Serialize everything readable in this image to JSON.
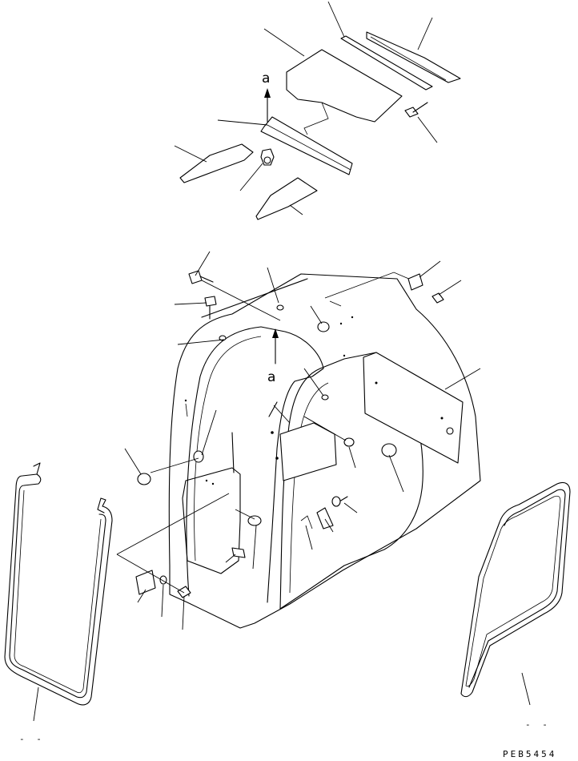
{
  "labels": {
    "view_marker_top": "a",
    "view_marker_cab": "a",
    "left_frame_mark": "- -",
    "right_frame_mark": "- -",
    "drawing_code": "PEB5454"
  }
}
